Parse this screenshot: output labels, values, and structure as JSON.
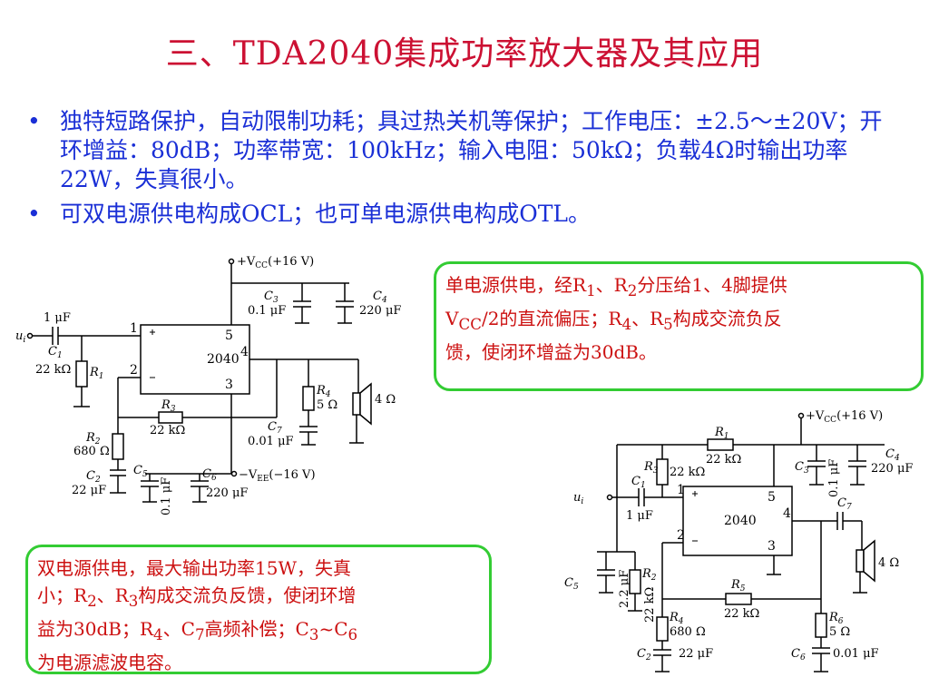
{
  "title": "三、TDA2040集成功率放大器及其应用",
  "bullets": [
    "独特短路保护，自动限制功耗；具过热关机等保护；工作电压：±2.5～±20V；开环增益：80dB；功率带宽：100kHz；输入电阻：50kΩ；负载4Ω时输出功率22W，失真很小。",
    "可双电源供电构成OCL；也可单电源供电构成OTL。"
  ],
  "callout_single": {
    "line1": "单电源供电，经R",
    "s1": "1",
    "t1": "、R",
    "s2": "2",
    "t2": "分压给1、4脚提供",
    "line2a": "V",
    "s3": "CC",
    "t3": "/2的直流偏压；R",
    "s4": "4",
    "t4": "、R",
    "s5": "5",
    "t5": "构成交流负反",
    "line3": "馈，使闭环增益为30dB。"
  },
  "callout_dual": {
    "line1": "双电源供电，最大输出功率15W，失真",
    "line2a": "小；R",
    "s1": "2",
    "t1": "、R",
    "s2": "3",
    "t2": "构成交流负反馈，使闭环增",
    "line3a": "益为30dB；R",
    "s3": "4",
    "t3": "、C",
    "s4": "7",
    "t4": "高频补偿；C",
    "s5": "3",
    "t5": "~C",
    "s6": "6",
    "line4": "为电源滤波电容。"
  },
  "ocl": {
    "chip": "2040",
    "vcc": "+V",
    "vcc_sub": "CC",
    "vcc_val": "(+16 V)",
    "vee": "−V",
    "vee_sub": "EE",
    "vee_val": "(−16 V)",
    "ui": "u",
    "ui_sub": "i",
    "c1": "C",
    "c1_sub": "1",
    "c1_val": "1 μF",
    "r1": "R",
    "r1_sub": "1",
    "r1_val": "22 kΩ",
    "r2": "R",
    "r2_sub": "2",
    "r2_val": "680 Ω",
    "r3": "R",
    "r3_sub": "3",
    "r3_val": "22 kΩ",
    "r4": "R",
    "r4_sub": "4",
    "r4_val": "5 Ω",
    "c2": "C",
    "c2_sub": "2",
    "c2_val": "22 μF",
    "c3": "C",
    "c3_sub": "3",
    "c3_val": "0.1 μF",
    "c4": "C",
    "c4_sub": "4",
    "c4_val": "220 μF",
    "c5": "C",
    "c5_sub": "5",
    "c5_val": "0.1 μF",
    "c6": "C",
    "c6_sub": "6",
    "c6_val": "220 μF",
    "c7": "C",
    "c7_sub": "7",
    "c7_val": "0.01 μF",
    "spk": "4 Ω",
    "pins": [
      "1",
      "2",
      "3",
      "4",
      "5"
    ]
  },
  "otl": {
    "chip": "2040",
    "vcc": "+V",
    "vcc_sub": "CC",
    "vcc_val": "(+16 V)",
    "ui": "u",
    "ui_sub": "i",
    "c1": "C",
    "c1_sub": "1",
    "c1_val": "1 μF",
    "r1": "R",
    "r1_sub": "1",
    "r1_val": "22 kΩ",
    "r2": "R",
    "r2_sub": "2",
    "r2_val": "22 kΩ",
    "r3": "R",
    "r3_sub": "3",
    "r3_val": "22 kΩ",
    "r4": "R",
    "r4_sub": "4",
    "r4_val": "680 Ω",
    "r5": "R",
    "r5_sub": "5",
    "r5_val": "22 kΩ",
    "r6": "R",
    "r6_sub": "6",
    "r6_val": "5 Ω",
    "c2": "C",
    "c2_sub": "2",
    "c2_val": "22 μF",
    "c3": "C",
    "c3_sub": "3",
    "c3_val": "0.1 μF",
    "c4": "C",
    "c4_sub": "4",
    "c4_val": "220 μF",
    "c5": "C",
    "c5_sub": "5",
    "c5_val": "2.2 μF",
    "c6": "C",
    "c6_sub": "6",
    "c6_val": "0.01 μF",
    "c7": "C",
    "c7_sub": "7",
    "spk": "4 Ω",
    "pins": [
      "1",
      "2",
      "3",
      "4",
      "5"
    ]
  }
}
